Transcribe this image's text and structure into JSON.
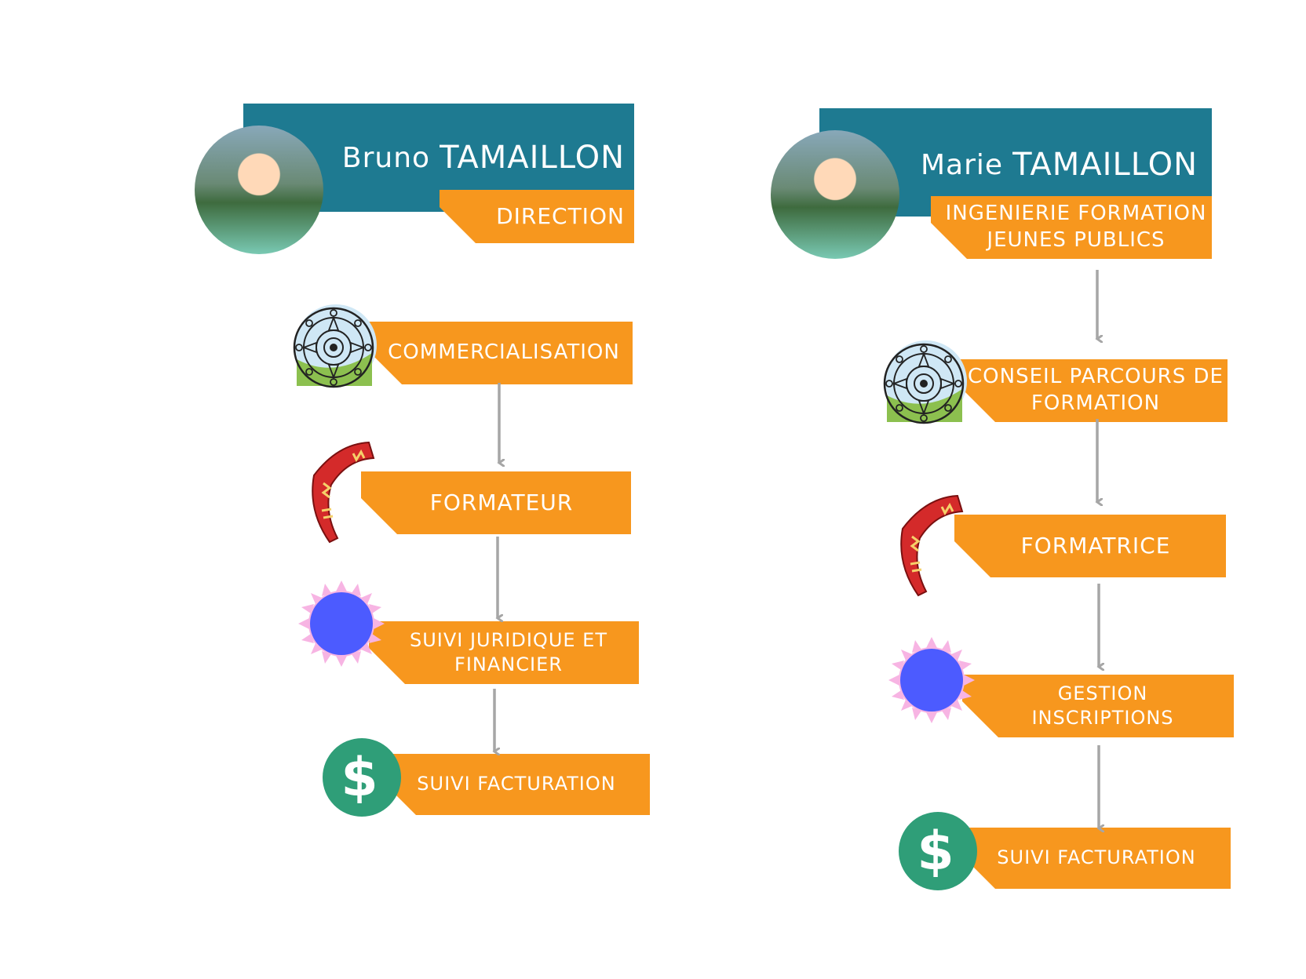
{
  "colors": {
    "teal": "#1e7a91",
    "orange": "#f7971e",
    "arrow": "#a6a6a6"
  },
  "left": {
    "first_name": "Bruno",
    "last_name": "TAMAILLON",
    "role": "DIRECTION",
    "photo": "portrait-man-photo",
    "steps": [
      {
        "icon": "mandala-icon",
        "lines": [
          "COMMERCIALISATION"
        ]
      },
      {
        "icon": "boomerang-icon",
        "lines": [
          "FORMATEUR"
        ]
      },
      {
        "icon": "sun-icon",
        "lines": [
          "SUIVI JURIDIQUE ET",
          "FINANCIER"
        ]
      },
      {
        "icon": "dollar-icon",
        "lines": [
          "SUIVI FACTURATION"
        ]
      }
    ]
  },
  "right": {
    "first_name": "Marie",
    "last_name": "TAMAILLON",
    "role_lines": [
      "INGENIERIE FORMATION",
      "JEUNES PUBLICS"
    ],
    "photo": "portrait-woman-photo",
    "steps": [
      {
        "icon": "mandala-icon",
        "lines": [
          "CONSEIL PARCOURS DE",
          "FORMATION"
        ]
      },
      {
        "icon": "boomerang-icon",
        "lines": [
          "FORMATRICE"
        ]
      },
      {
        "icon": "sun-icon",
        "lines": [
          "GESTION",
          "INSCRIPTIONS"
        ]
      },
      {
        "icon": "dollar-icon",
        "lines": [
          "SUIVI FACTURATION"
        ]
      }
    ]
  }
}
